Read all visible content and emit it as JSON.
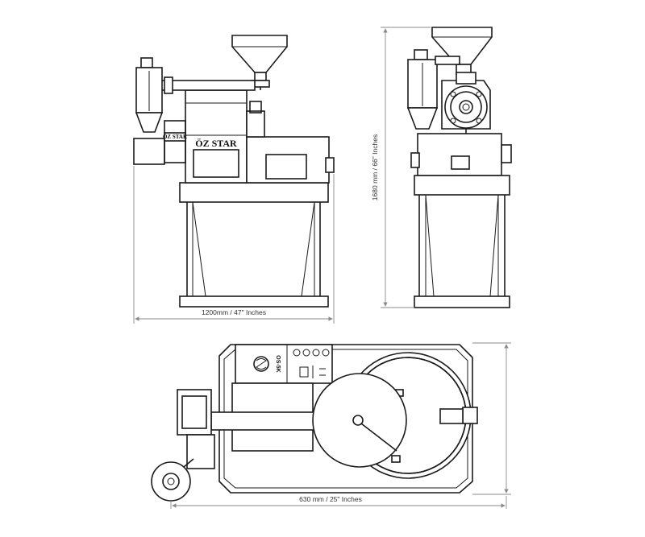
{
  "front_view": {
    "brand_label": "ÖZ STAR",
    "brand_small_label": "ÖZ STAR",
    "width_dimension": "1200mm / 47\" Inches"
  },
  "side_view": {
    "height_dimension": "1680 mm / 66\" Inches"
  },
  "top_view": {
    "model_label": "OS-5K",
    "depth_dimension": "630 mm / 25\" Inches"
  }
}
